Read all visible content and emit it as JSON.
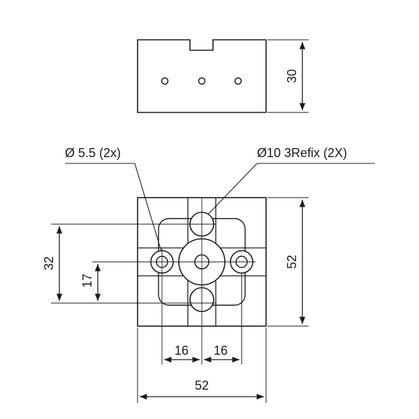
{
  "callouts": {
    "small_hole": "Ø 5.5 (2x)",
    "refix_hole": "Ø10 3Refix (2X)"
  },
  "dimensions": {
    "top_height": "30",
    "bottom_height": "52",
    "bottom_width": "52",
    "left_spacing": "16",
    "right_spacing": "16",
    "vertical_spacing_outer": "32",
    "vertical_spacing_inner": "17"
  }
}
